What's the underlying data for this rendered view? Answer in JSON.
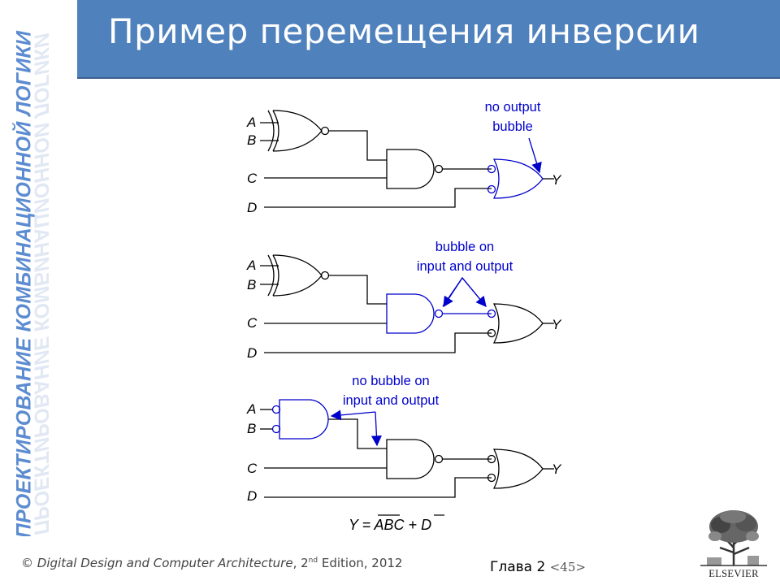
{
  "slide": {
    "title": "Пример перемещения инверсии",
    "side_title": "ПРОЕКТИРОВАНИЕ КОМБИНАЦИОННОЙ ЛОГИКИ"
  },
  "diagram": {
    "inputs": [
      "A",
      "B",
      "C",
      "D"
    ],
    "output": "Y",
    "notes": {
      "no_output_bubble": [
        "no output",
        "bubble"
      ],
      "bubble_on_input_output": [
        "bubble on",
        "input and output"
      ],
      "no_bubble_on_input_output": [
        "no bubble on",
        "input and output"
      ]
    },
    "equation": "Y = ABC + D",
    "equation_parts": {
      "lhs": "Y = ",
      "bar1": "AB",
      "mid": "C + ",
      "bar2": "D"
    },
    "colors": {
      "highlight": "#0000cc",
      "wire": "#000000"
    }
  },
  "footer": {
    "copyright": "©",
    "book_title": "Digital Design and Computer Architecture",
    "edition_sep": ", 2",
    "edition_sup": "nd",
    "edition_rest": " Edition, 2012",
    "chapter": "Глава 2",
    "page": "<45>"
  },
  "logo": {
    "text": "ELSEVIER",
    "icon": "elsevier-tree-icon"
  }
}
